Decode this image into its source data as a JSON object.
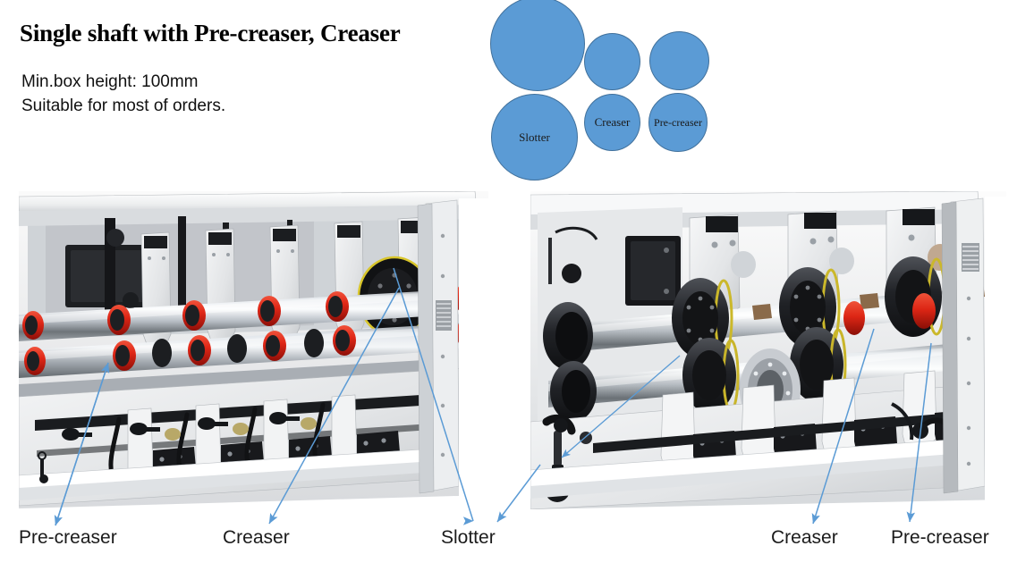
{
  "slide": {
    "title": "Single shaft with Pre-creaser, Creaser",
    "spec_lines": [
      "Min.box height: 100mm",
      "Suitable for most of orders."
    ],
    "background_color": "#FFFFFF"
  },
  "diagram": {
    "accent_color": "#5B9BD5",
    "outline_color": "#41719C",
    "circles": [
      {
        "name": "slotter-top",
        "label": ""
      },
      {
        "name": "creaser-top",
        "label": ""
      },
      {
        "name": "pre-creaser-top",
        "label": ""
      },
      {
        "name": "slotter-bottom",
        "label": "Slotter"
      },
      {
        "name": "creaser-bottom",
        "label": "Creaser"
      },
      {
        "name": "pre-creaser-bottom",
        "label": "Pre-creaser"
      }
    ]
  },
  "photos": {
    "left": {
      "name": "left-machine-photo",
      "alt": "Single shaft slotter unit, left view"
    },
    "right": {
      "name": "right-machine-photo",
      "alt": "Single shaft creaser unit, right view"
    }
  },
  "callouts": {
    "line_color": "#5B9BD5",
    "items": [
      {
        "name": "pre-creaser-left",
        "label": "Pre-creaser"
      },
      {
        "name": "creaser-left",
        "label": "Creaser"
      },
      {
        "name": "slotter",
        "label": "Slotter"
      },
      {
        "name": "creaser-right",
        "label": "Creaser"
      },
      {
        "name": "pre-creaser-right",
        "label": "Pre-creaser"
      }
    ]
  }
}
